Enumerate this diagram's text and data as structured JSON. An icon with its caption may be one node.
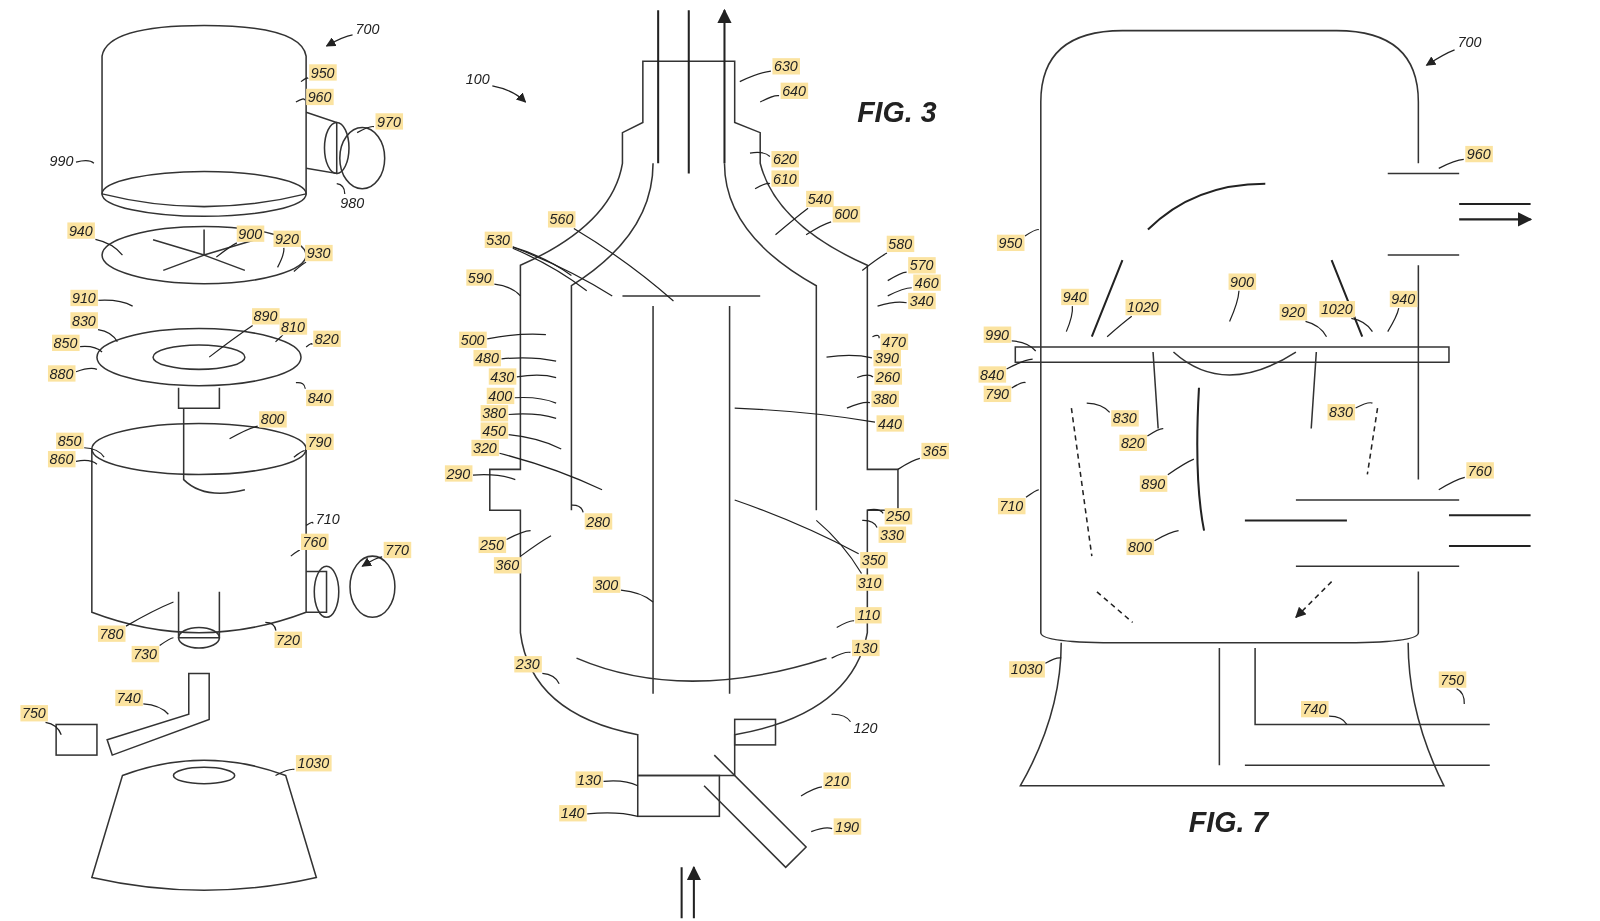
{
  "diagram": {
    "nodes": [
      {
        "text": [
          "700"
        ]
      },
      {
        "text": [
          "950"
        ]
      },
      {
        "text": [
          "960"
        ]
      },
      {
        "text": [
          "970"
        ]
      },
      {
        "text": [
          "990"
        ]
      },
      {
        "text": [
          "980"
        ]
      },
      {
        "text": [
          "940"
        ]
      },
      {
        "text": [
          "900"
        ]
      },
      {
        "text": [
          "920"
        ]
      },
      {
        "text": [
          "930"
        ]
      },
      {
        "text": [
          "910"
        ]
      },
      {
        "text": [
          "830"
        ]
      },
      {
        "text": [
          "890"
        ]
      },
      {
        "text": [
          "810"
        ]
      },
      {
        "text": [
          "820"
        ]
      },
      {
        "text": [
          "850"
        ]
      },
      {
        "text": [
          "880"
        ]
      },
      {
        "text": [
          "840"
        ]
      },
      {
        "text": [
          "800"
        ]
      },
      {
        "text": [
          "850"
        ]
      },
      {
        "text": [
          "790"
        ]
      },
      {
        "text": [
          "860"
        ]
      },
      {
        "text": [
          "710"
        ]
      },
      {
        "text": [
          "760"
        ]
      },
      {
        "text": [
          "770"
        ]
      },
      {
        "text": [
          "780"
        ]
      },
      {
        "text": [
          "730"
        ]
      },
      {
        "text": [
          "720"
        ]
      },
      {
        "text": [
          "740"
        ]
      },
      {
        "text": [
          "750"
        ]
      },
      {
        "text": [
          "1030"
        ]
      },
      {
        "text": [
          "100"
        ]
      },
      {
        "text": [
          "630"
        ]
      },
      {
        "text": [
          "640"
        ]
      },
      {
        "text": [
          "620"
        ]
      },
      {
        "text": [
          "610"
        ]
      },
      {
        "text": [
          "540"
        ]
      },
      {
        "text": [
          "600"
        ]
      },
      {
        "text": [
          "560"
        ]
      },
      {
        "text": [
          "530"
        ]
      },
      {
        "text": [
          "580"
        ]
      },
      {
        "text": [
          "590"
        ]
      },
      {
        "text": [
          "570"
        ]
      },
      {
        "text": [
          "460"
        ]
      },
      {
        "text": [
          "340"
        ]
      },
      {
        "text": [
          "500"
        ]
      },
      {
        "text": [
          "470"
        ]
      },
      {
        "text": [
          "480"
        ]
      },
      {
        "text": [
          "390"
        ]
      },
      {
        "text": [
          "430"
        ]
      },
      {
        "text": [
          "260"
        ]
      },
      {
        "text": [
          "400"
        ]
      },
      {
        "text": [
          "380"
        ]
      },
      {
        "text": [
          "380"
        ]
      },
      {
        "text": [
          "450"
        ]
      },
      {
        "text": [
          "440"
        ]
      },
      {
        "text": [
          "320"
        ]
      },
      {
        "text": [
          "365"
        ]
      },
      {
        "text": [
          "290"
        ]
      },
      {
        "text": [
          "250"
        ]
      },
      {
        "text": [
          "280"
        ]
      },
      {
        "text": [
          "330"
        ]
      },
      {
        "text": [
          "250"
        ]
      },
      {
        "text": [
          "360"
        ]
      },
      {
        "text": [
          "350"
        ]
      },
      {
        "text": [
          "310"
        ]
      },
      {
        "text": [
          "300"
        ]
      },
      {
        "text": [
          "110"
        ]
      },
      {
        "text": [
          "130"
        ]
      },
      {
        "text": [
          "230"
        ]
      },
      {
        "text": [
          "120"
        ]
      },
      {
        "text": [
          "130"
        ]
      },
      {
        "text": [
          "210"
        ]
      },
      {
        "text": [
          "140"
        ]
      },
      {
        "text": [
          "190"
        ]
      },
      {
        "text": [
          "700"
        ]
      },
      {
        "text": [
          "960"
        ]
      },
      {
        "text": [
          "950"
        ]
      },
      {
        "text": [
          "900"
        ]
      },
      {
        "text": [
          "940"
        ]
      },
      {
        "text": [
          "1020"
        ]
      },
      {
        "text": [
          "920"
        ]
      },
      {
        "text": [
          "1020"
        ]
      },
      {
        "text": [
          "940"
        ]
      },
      {
        "text": [
          "990"
        ]
      },
      {
        "text": [
          "840"
        ]
      },
      {
        "text": [
          "790"
        ]
      },
      {
        "text": [
          "830"
        ]
      },
      {
        "text": [
          "830"
        ]
      },
      {
        "text": [
          "820"
        ]
      },
      {
        "text": [
          "760"
        ]
      },
      {
        "text": [
          "890"
        ]
      },
      {
        "text": [
          "710"
        ]
      },
      {
        "text": [
          "800"
        ]
      },
      {
        "text": [
          "1030"
        ]
      },
      {
        "text": [
          "750"
        ]
      },
      {
        "text": [
          "740"
        ]
      }
    ],
    "edges": [
      {
        "from": 0,
        "to": null,
        "arrow": "to"
      },
      {
        "from": 1,
        "to": null,
        "arrow": "none"
      },
      {
        "from": 2,
        "to": null,
        "arrow": "none"
      },
      {
        "from": 3,
        "to": null,
        "arrow": "none"
      },
      {
        "from": 4,
        "to": null,
        "arrow": "none"
      },
      {
        "from": 5,
        "to": null,
        "arrow": "none"
      },
      {
        "from": 6,
        "to": null,
        "arrow": "none"
      },
      {
        "from": 7,
        "to": null,
        "arrow": "none"
      },
      {
        "from": 8,
        "to": null,
        "arrow": "none"
      },
      {
        "from": 9,
        "to": null,
        "arrow": "none"
      },
      {
        "from": 10,
        "to": null,
        "arrow": "none"
      },
      {
        "from": 11,
        "to": null,
        "arrow": "none"
      },
      {
        "from": 12,
        "to": null,
        "arrow": "none"
      },
      {
        "from": 13,
        "to": null,
        "arrow": "none"
      },
      {
        "from": 14,
        "to": null,
        "arrow": "none"
      },
      {
        "from": 15,
        "to": null,
        "arrow": "none"
      },
      {
        "from": 16,
        "to": null,
        "arrow": "none"
      },
      {
        "from": 17,
        "to": null,
        "arrow": "none"
      },
      {
        "from": 18,
        "to": null,
        "arrow": "none"
      },
      {
        "from": 19,
        "to": null,
        "arrow": "none"
      },
      {
        "from": 20,
        "to": null,
        "arrow": "none"
      },
      {
        "from": 21,
        "to": null,
        "arrow": "none"
      },
      {
        "from": 22,
        "to": null,
        "arrow": "none"
      },
      {
        "from": 23,
        "to": null,
        "arrow": "none"
      },
      {
        "from": 24,
        "to": null,
        "arrow": "to"
      },
      {
        "from": 25,
        "to": null,
        "arrow": "none"
      },
      {
        "from": 26,
        "to": null,
        "arrow": "none"
      },
      {
        "from": 27,
        "to": null,
        "arrow": "none"
      },
      {
        "from": 28,
        "to": null,
        "arrow": "none"
      },
      {
        "from": 29,
        "to": null,
        "arrow": "none"
      },
      {
        "from": 30,
        "to": null,
        "arrow": "none"
      },
      {
        "from": 31,
        "to": null,
        "arrow": "to"
      },
      {
        "from": 32,
        "to": null,
        "arrow": "none"
      },
      {
        "from": 33,
        "to": null,
        "arrow": "none"
      },
      {
        "from": 34,
        "to": null,
        "arrow": "none"
      },
      {
        "from": 35,
        "to": null,
        "arrow": "none"
      },
      {
        "from": 36,
        "to": null,
        "arrow": "none"
      },
      {
        "from": 37,
        "to": null,
        "arrow": "none"
      },
      {
        "from": 38,
        "to": null,
        "arrow": "none"
      },
      {
        "from": 39,
        "to": null,
        "arrow": "none"
      },
      {
        "from": 39,
        "to": null,
        "arrow": "none"
      },
      {
        "from": 39,
        "to": null,
        "arrow": "none"
      },
      {
        "from": 40,
        "to": null,
        "arrow": "none"
      },
      {
        "from": 41,
        "to": null,
        "arrow": "none"
      },
      {
        "from": 42,
        "to": null,
        "arrow": "none"
      },
      {
        "from": 43,
        "to": null,
        "arrow": "none"
      },
      {
        "from": 44,
        "to": null,
        "arrow": "none"
      },
      {
        "from": 45,
        "to": null,
        "arrow": "none"
      },
      {
        "from": 46,
        "to": null,
        "arrow": "none"
      },
      {
        "from": 47,
        "to": null,
        "arrow": "none"
      },
      {
        "from": 48,
        "to": null,
        "arrow": "none"
      },
      {
        "from": 49,
        "to": null,
        "arrow": "none"
      },
      {
        "from": 50,
        "to": null,
        "arrow": "none"
      },
      {
        "from": 51,
        "to": null,
        "arrow": "none"
      },
      {
        "from": 52,
        "to": null,
        "arrow": "none"
      },
      {
        "from": 53,
        "to": null,
        "arrow": "none"
      },
      {
        "from": 54,
        "to": null,
        "arrow": "none"
      },
      {
        "from": 55,
        "to": null,
        "arrow": "none"
      },
      {
        "from": 56,
        "to": null,
        "arrow": "none"
      },
      {
        "from": 57,
        "to": null,
        "arrow": "none"
      },
      {
        "from": 58,
        "to": null,
        "arrow": "none"
      },
      {
        "from": 59,
        "to": null,
        "arrow": "none"
      },
      {
        "from": 60,
        "to": null,
        "arrow": "none"
      },
      {
        "from": 61,
        "to": null,
        "arrow": "none"
      },
      {
        "from": 62,
        "to": null,
        "arrow": "none"
      },
      {
        "from": 63,
        "to": null,
        "arrow": "none"
      },
      {
        "from": 64,
        "to": null,
        "arrow": "none"
      },
      {
        "from": 65,
        "to": null,
        "arrow": "none"
      },
      {
        "from": 66,
        "to": null,
        "arrow": "none"
      },
      {
        "from": 67,
        "to": null,
        "arrow": "none"
      },
      {
        "from": 68,
        "to": null,
        "arrow": "none"
      },
      {
        "from": 69,
        "to": null,
        "arrow": "none"
      },
      {
        "from": 70,
        "to": null,
        "arrow": "none"
      },
      {
        "from": 71,
        "to": null,
        "arrow": "none"
      },
      {
        "from": 72,
        "to": null,
        "arrow": "none"
      },
      {
        "from": 73,
        "to": null,
        "arrow": "none"
      },
      {
        "from": 74,
        "to": null,
        "arrow": "none"
      },
      {
        "from": 75,
        "to": null,
        "arrow": "to"
      },
      {
        "from": 76,
        "to": null,
        "arrow": "none"
      },
      {
        "from": 77,
        "to": null,
        "arrow": "none"
      },
      {
        "from": 78,
        "to": null,
        "arrow": "none"
      },
      {
        "from": 79,
        "to": null,
        "arrow": "none"
      },
      {
        "from": 80,
        "to": null,
        "arrow": "none"
      },
      {
        "from": 81,
        "to": null,
        "arrow": "none"
      },
      {
        "from": 82,
        "to": null,
        "arrow": "none"
      },
      {
        "from": 83,
        "to": null,
        "arrow": "none"
      },
      {
        "from": 84,
        "to": null,
        "arrow": "none"
      },
      {
        "from": 85,
        "to": null,
        "arrow": "none"
      },
      {
        "from": 86,
        "to": null,
        "arrow": "none"
      },
      {
        "from": 87,
        "to": null,
        "arrow": "none"
      },
      {
        "from": 88,
        "to": null,
        "arrow": "none"
      },
      {
        "from": 89,
        "to": null,
        "arrow": "none"
      },
      {
        "from": 90,
        "to": null,
        "arrow": "none"
      },
      {
        "from": 91,
        "to": null,
        "arrow": "none"
      },
      {
        "from": 92,
        "to": null,
        "arrow": "none"
      },
      {
        "from": 93,
        "to": null,
        "arrow": "none"
      },
      {
        "from": 94,
        "to": null,
        "arrow": "none"
      },
      {
        "from": 95,
        "to": null,
        "arrow": "none"
      },
      {
        "from": 96,
        "to": null,
        "arrow": "none"
      }
    ],
    "labels": [
      "FIG. 3",
      "FIG. 7"
    ]
  }
}
